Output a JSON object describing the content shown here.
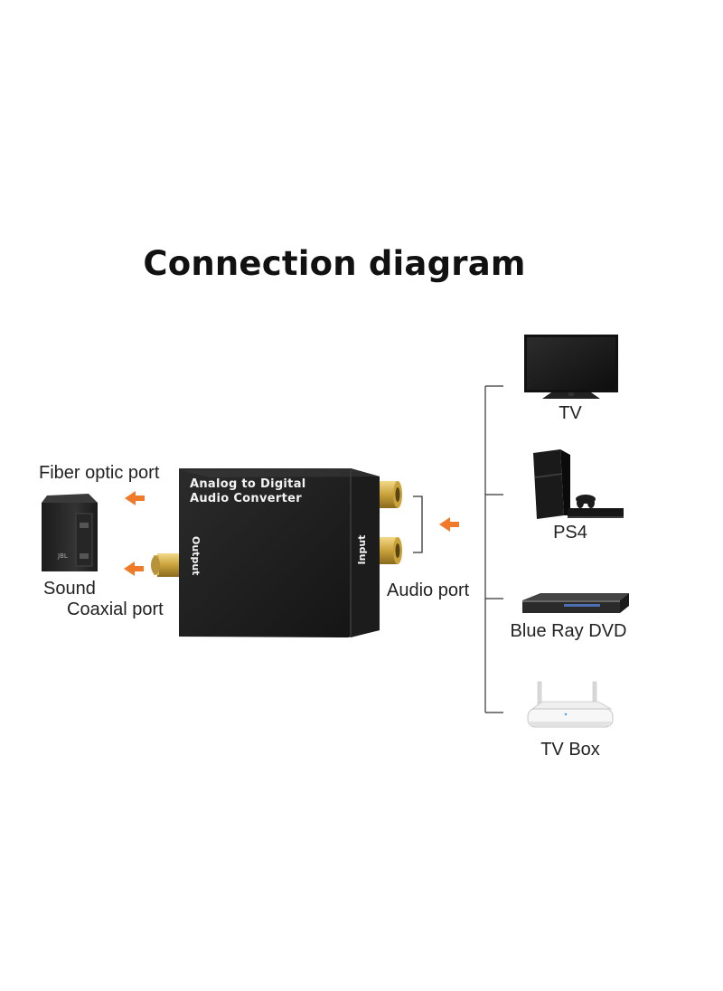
{
  "title": "Connection diagram",
  "converter": {
    "name_line1": "Analog to Digital",
    "name_line2": "Audio Converter",
    "output_label": "Output",
    "input_label": "Input"
  },
  "left_labels": {
    "fiber": "Fiber optic port",
    "sound": "Sound",
    "coaxial": "Coaxial port"
  },
  "audio_port_label": "Audio port",
  "devices": [
    {
      "name": "TV",
      "icon": "tv-icon"
    },
    {
      "name": "PS4",
      "icon": "ps4-console-icon"
    },
    {
      "name": "Blue Ray DVD",
      "icon": "bluray-player-icon"
    },
    {
      "name": "TV Box",
      "icon": "tv-box-router-icon"
    }
  ],
  "colors": {
    "arrow": "#f07a2a",
    "converter_body": "#1f1f1f",
    "gold_connector": "#c9a23a"
  }
}
